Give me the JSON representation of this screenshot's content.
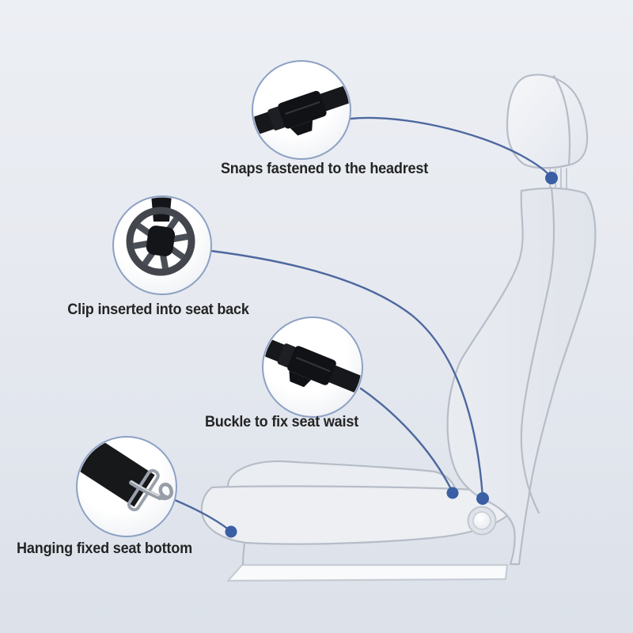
{
  "diagram": {
    "illustration": "car-seat-side-view",
    "callouts": [
      {
        "id": "headrest-strap",
        "label": "Snaps fastened to the headrest",
        "icon": "side-release-buckle-icon"
      },
      {
        "id": "seatback-clip",
        "label": "Clip inserted into seat back",
        "icon": "round-spoke-clip-icon"
      },
      {
        "id": "waist-buckle",
        "label": "Buckle to fix seat waist",
        "icon": "side-release-buckle-icon"
      },
      {
        "id": "bottom-hook",
        "label": "Hanging fixed seat bottom",
        "icon": "metal-hook-with-strap-icon"
      }
    ],
    "colors": {
      "background_top": "#ecEFf4",
      "background_bottom": "#dce1ea",
      "connector_line": "#4d689f",
      "connector_dot": "#3a5fa4",
      "seat_outline": "#b6bdc8",
      "callout_ring": "#8da1c4",
      "label_text": "#242424",
      "strap_black": "#17181b",
      "metal_gray": "#99a0aa"
    }
  }
}
